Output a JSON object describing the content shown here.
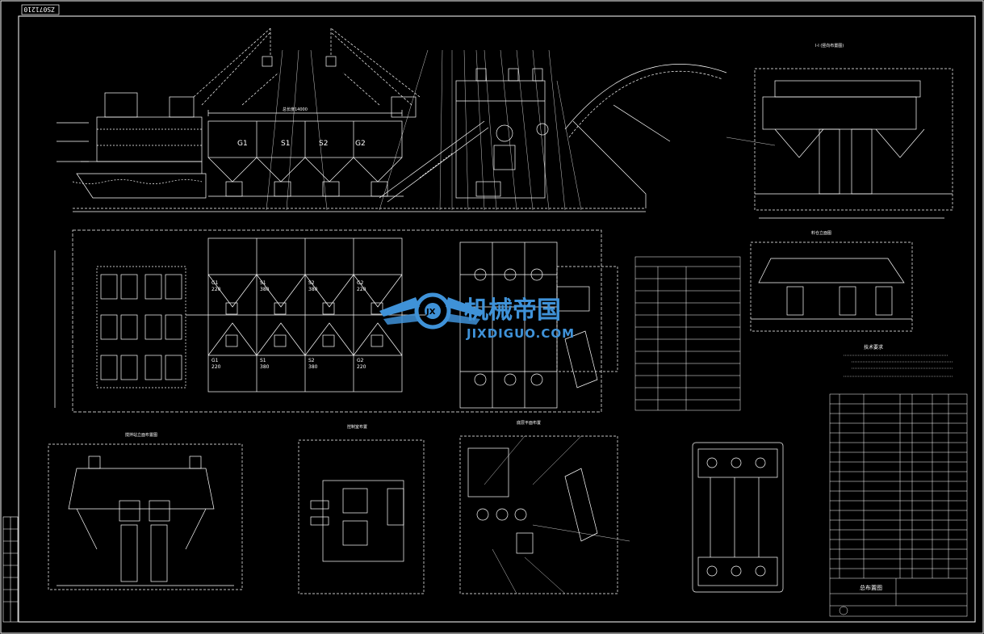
{
  "drawing": {
    "id": "ZS071210",
    "title": "总布置图",
    "tech_requirements_title": "技术要求"
  },
  "labels": {
    "bins_top": [
      "G1",
      "S1",
      "S2",
      "G2"
    ],
    "bins_top_values": [
      "220",
      "380",
      "380",
      "220"
    ],
    "bins_bottom": [
      "G1",
      "S1",
      "S2",
      "G2"
    ],
    "bins_bottom_values": [
      "220",
      "380",
      "380",
      "220"
    ],
    "section_view_1": "I-I (竖向布置图)",
    "section_view_2": "料仓立面图",
    "section_view_3": "搅拌站立面布置图",
    "section_view_4": "控制室布置",
    "section_view_5": "底层平面布置",
    "elevation_dim": "总长度14000"
  },
  "watermark": {
    "cn": "机械帝国",
    "en": "JIXDIGUO.COM"
  },
  "colors": {
    "background": "#000000",
    "lines": "#ffffff",
    "watermark": "#3f92d8"
  }
}
